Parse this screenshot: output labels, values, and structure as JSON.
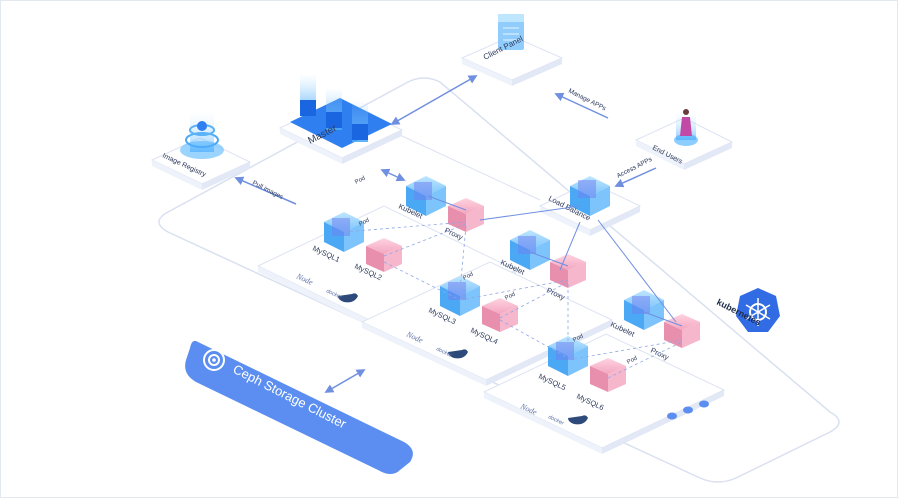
{
  "labels": {
    "client_panel": "Client Panel",
    "manage_apps": "Manage APPs",
    "master": "Master",
    "pod_master": "Pod",
    "image_registry": "Image Registry",
    "pull_images": "Pull images",
    "end_users": "End Users",
    "access_apps": "Access APPs",
    "load_balance": "Load Balance",
    "storage": "Ceph Storage Cluster",
    "kubernetes": "kubernetes"
  },
  "nodes": [
    {
      "kubelet": "Kubelet",
      "proxy": "Proxy",
      "pod": "Pod",
      "db1": "MySQL1",
      "db2": "MySQL2",
      "node": "Node",
      "docker": "docker"
    },
    {
      "kubelet": "Kubelet",
      "proxy": "Proxy",
      "pod": "Pod",
      "db1": "MySQL3",
      "db2": "MySQL4",
      "node": "Node",
      "docker": "docker"
    },
    {
      "kubelet": "Kubelet",
      "proxy": "Proxy",
      "pod": "Pod",
      "db1": "MySQL5",
      "db2": "MySQL6",
      "node": "Node",
      "docker": "docker"
    }
  ],
  "colors": {
    "line": "#6f8fe0",
    "panel_edge": "#d7def0",
    "cube_blue": "#4aa8f5",
    "cube_pink": "#e98fae",
    "storage_bar": "#5b8ef0",
    "k8s_blue": "#326ce5"
  }
}
